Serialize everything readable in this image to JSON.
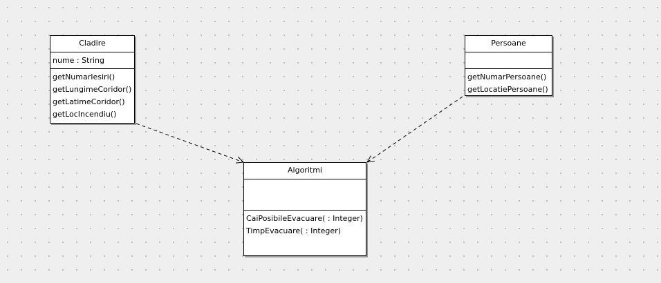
{
  "diagram": {
    "classes": [
      {
        "id": "cladire",
        "name": "Cladire",
        "attributes": [
          "nume : String"
        ],
        "operations": [
          "getNumarIesiri()",
          "getLungimeCoridor()",
          "getLatimeCoridor()",
          "getLocIncendiu()"
        ]
      },
      {
        "id": "persoane",
        "name": "Persoane",
        "attributes": [],
        "operations": [
          "getNumarPersoane()",
          "getLocatiePersoane()"
        ]
      },
      {
        "id": "algoritmi",
        "name": "Algoritmi",
        "attributes": [],
        "operations": [
          "CaiPosibileEvacuare( : Integer)",
          "TimpEvacuare( : Integer)"
        ]
      }
    ],
    "relationships": [
      {
        "type": "dependency",
        "from": "cladire",
        "to": "algoritmi"
      },
      {
        "type": "dependency",
        "from": "persoane",
        "to": "algoritmi"
      }
    ]
  }
}
